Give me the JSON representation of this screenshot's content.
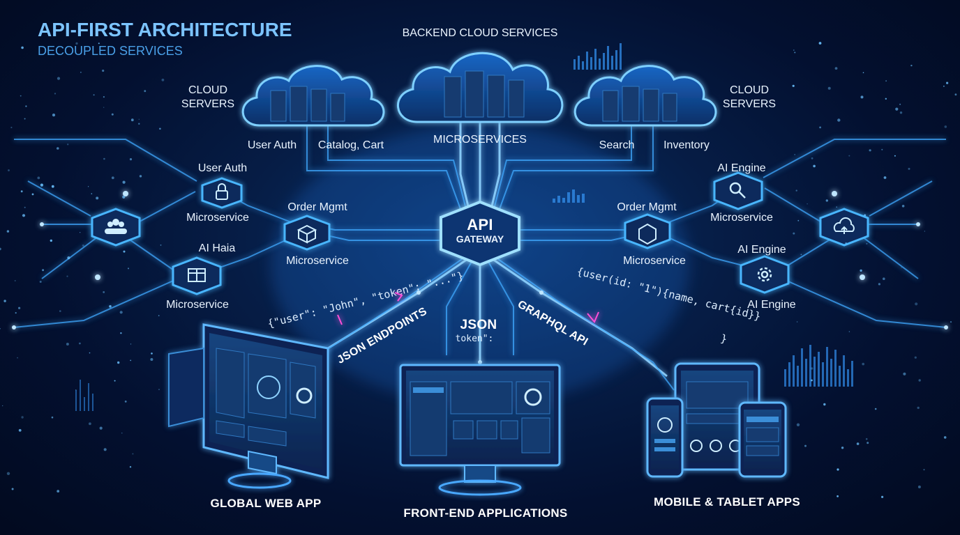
{
  "header": {
    "title": "API-FIRST ARCHITECTURE",
    "subtitle": "DECOUPLED SERVICES"
  },
  "clouds": {
    "center": {
      "heading": "BACKEND CLOUD SERVICES",
      "caption": "MICROSERVICES"
    },
    "left": {
      "heading_line1": "CLOUD",
      "heading_line2": "SERVERS",
      "caption_a": "User Auth",
      "caption_b": "Catalog, Cart"
    },
    "right": {
      "heading_line1": "CLOUD",
      "heading_line2": "SERVERS",
      "caption_a": "Search",
      "caption_b": "Inventory"
    }
  },
  "gateway": {
    "line1": "API",
    "line2": "GATEWAY"
  },
  "left_nodes": {
    "user_auth": "User Auth",
    "microservice_1": "Microservice",
    "order_mgmt": "Order Mgmt",
    "ai_haia": "AI Haia",
    "microservice_2": "Microservice",
    "microservice_3": "Microservice"
  },
  "right_nodes": {
    "ai_engine_1": "AI Engine",
    "order_mgmt": "Order Mgmt",
    "microservice_1": "Microservice",
    "ai_engine_2": "AI Engine",
    "microservice_2": "Microservice",
    "ai_engine_3": "AI Engine"
  },
  "streams": {
    "json_code": "{\"user\": \"John\", \"token\": \"...\"}",
    "json_endpoints": "JSON ENDPOINTS",
    "json": "JSON",
    "token": "token\": ",
    "graphql_code_1": "{user(id: \"1\"){name, cart{id}}",
    "graphql_code_2": "}",
    "graphql_api": "GRAPHQL API"
  },
  "clients": {
    "web": "GLOBAL WEB APP",
    "frontend": "FRONT-END APPLICATIONS",
    "mobile": "MOBILE & TABLET APPS"
  },
  "colors": {
    "background": "#031030",
    "accent": "#3fa9ff",
    "glow": "#8fd3ff",
    "title": "#7cc4ff",
    "code_highlight": "#ff4fd8"
  }
}
